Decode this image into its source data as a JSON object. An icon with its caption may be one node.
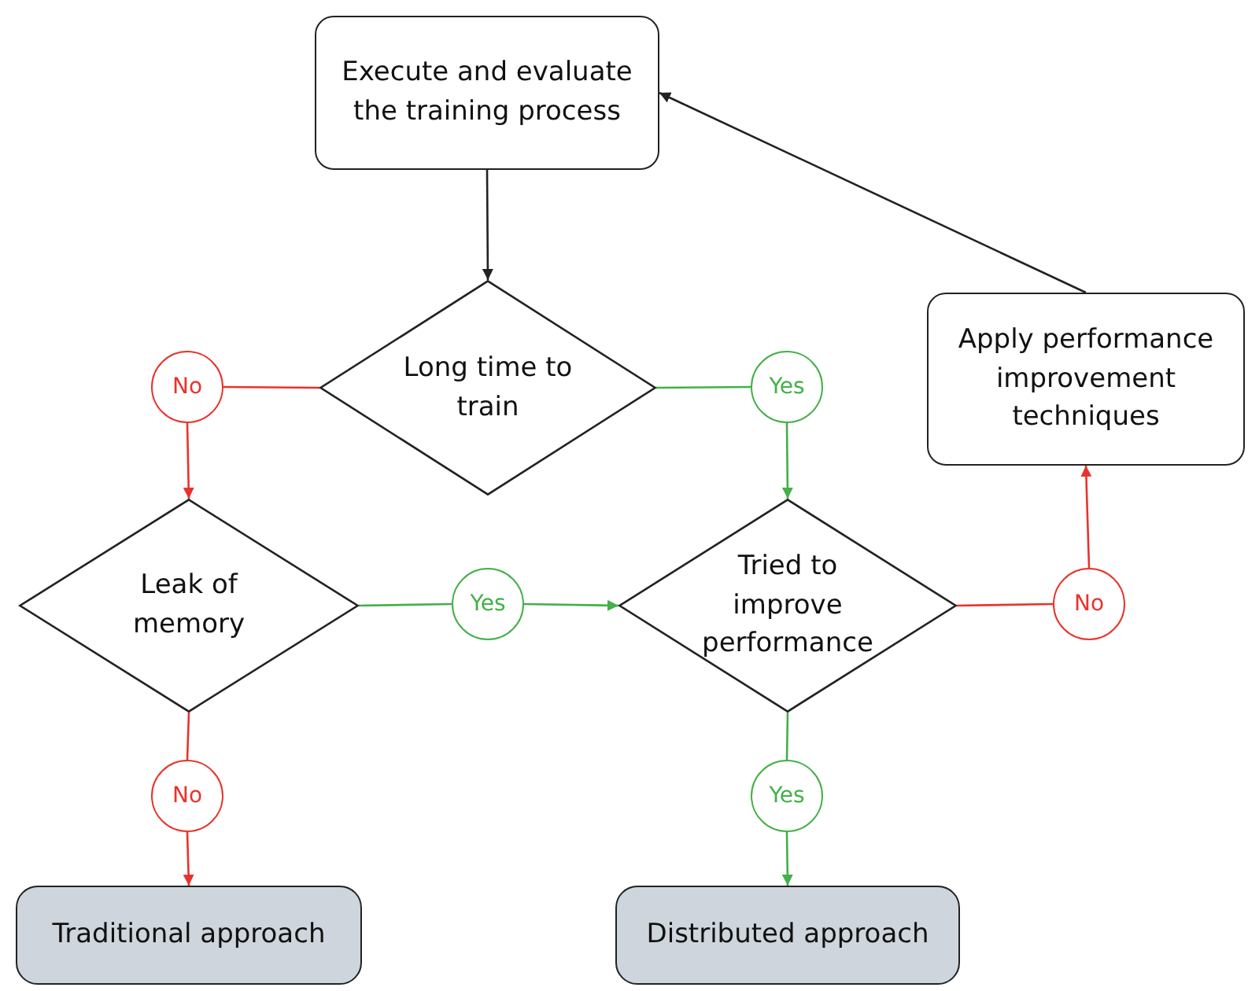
{
  "diagram": {
    "nodes": [
      {
        "text": [
          "Execute and evaluate the training process"
        ]
      },
      {
        "text": [
          "Long time to train"
        ]
      },
      {
        "text": [
          "No"
        ]
      },
      {
        "text": [
          "Yes"
        ]
      },
      {
        "text": [
          "Apply performance improvement techniques"
        ]
      },
      {
        "text": [
          "Leak of memory"
        ]
      },
      {
        "text": [
          "Yes"
        ]
      },
      {
        "text": [
          "Tried to improve performance"
        ]
      },
      {
        "text": [
          "No"
        ]
      },
      {
        "text": [
          "No"
        ]
      },
      {
        "text": [
          "Yes"
        ]
      },
      {
        "text": [
          "Traditional approach"
        ]
      },
      {
        "text": [
          "Distributed approach"
        ]
      }
    ],
    "edges": [
      {
        "from": 0,
        "to": 1,
        "arrow": "to",
        "color": "#222222"
      },
      {
        "from": 1,
        "to": 2,
        "arrow": "none",
        "color": "#e8332c"
      },
      {
        "from": 2,
        "to": 5,
        "arrow": "to",
        "color": "#e8332c"
      },
      {
        "from": 1,
        "to": 3,
        "arrow": "none",
        "color": "#43b049"
      },
      {
        "from": 3,
        "to": 7,
        "arrow": "to",
        "color": "#43b049"
      },
      {
        "from": 5,
        "to": 6,
        "arrow": "none",
        "color": "#43b049"
      },
      {
        "from": 6,
        "to": 7,
        "arrow": "to",
        "color": "#43b049"
      },
      {
        "from": 7,
        "to": 8,
        "arrow": "none",
        "color": "#e8332c"
      },
      {
        "from": 8,
        "to": 4,
        "arrow": "to",
        "color": "#e8332c"
      },
      {
        "from": 4,
        "to": 0,
        "arrow": "to",
        "color": "#222222"
      },
      {
        "from": 5,
        "to": 9,
        "arrow": "none",
        "color": "#e8332c"
      },
      {
        "from": 9,
        "to": 11,
        "arrow": "to",
        "color": "#e8332c"
      },
      {
        "from": 7,
        "to": 10,
        "arrow": "none",
        "color": "#43b049"
      },
      {
        "from": 10,
        "to": 12,
        "arrow": "to",
        "color": "#43b049"
      }
    ]
  }
}
